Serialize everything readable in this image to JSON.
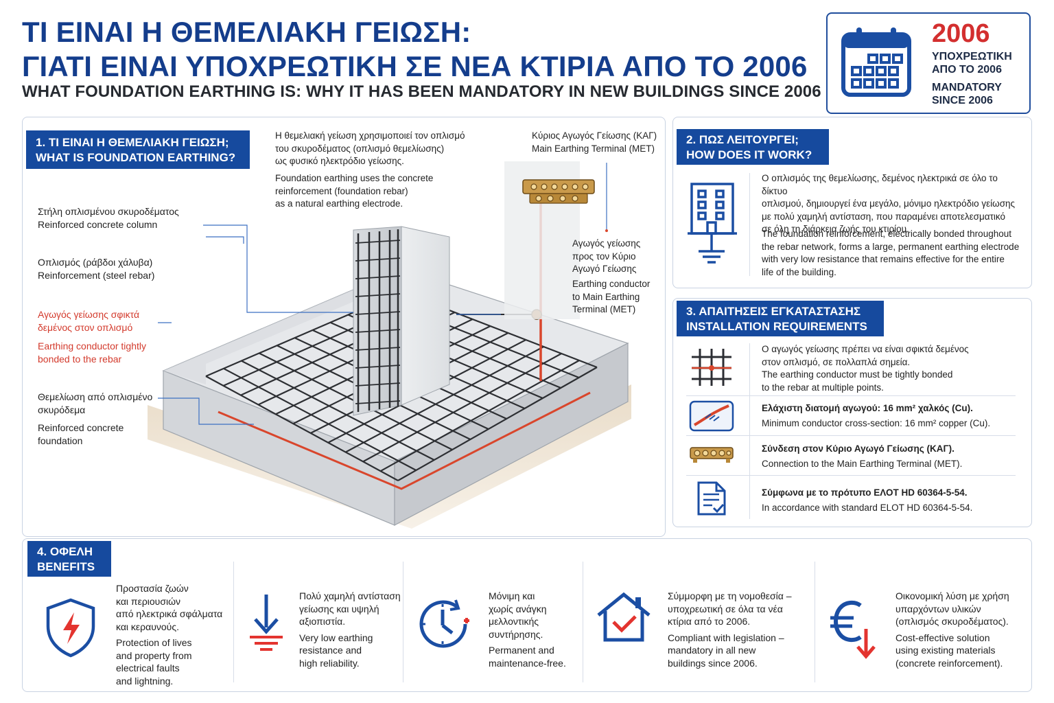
{
  "header": {
    "title_gr_line1": "ΤΙ ΕΙΝΑΙ Η ΘΕΜΕΛΙΑΚΗ ΓΕΙΩΣΗ:",
    "title_gr_line2": "ΓΙΑΤΙ ΕΙΝΑΙ ΥΠΟΧΡΕΩΤΙΚΗ ΣΕ ΝΕΑ ΚΤΙΡΙΑ ΑΠΟ ΤΟ 2006",
    "title_en": "WHAT FOUNDATION EARTHING IS: WHY IT HAS BEEN MANDATORY IN NEW BUILDINGS SINCE 2006"
  },
  "badge": {
    "year": "2006",
    "gr_line1": "ΥΠΟΧΡΕΩΤΙΚΗ",
    "gr_line2": "ΑΠΟ ΤΟ 2006",
    "en_line1": "MANDATORY",
    "en_line2": "SINCE 2006",
    "icon": "calendar-icon"
  },
  "section1": {
    "header_line1": "1. ΤΙ ΕΙΝΑΙ Η ΘΕΜΕΛΙΑΚΗ ΓΕΙΩΣΗ;",
    "header_line2": "WHAT IS FOUNDATION EARTHING?",
    "intro_gr": [
      "Η θεμελιακή γείωση χρησιμοποιεί τον οπλισμό",
      "του σκυροδέματος (οπλισμό θεμελίωσης)",
      "ως φυσικό ηλεκτρόδιο γείωσης."
    ],
    "intro_en": [
      "Foundation earthing uses the concrete",
      "reinforcement (foundation rebar)",
      "as a natural earthing electrode."
    ],
    "met_gr": "Κύριος Αγωγός Γείωσης (ΚΑΓ)",
    "met_en": "Main Earthing Terminal (MET)",
    "labels": {
      "column_gr": "Στήλη οπλισμένου σκυροδέματος",
      "column_en": "Reinforced concrete column",
      "rebar_gr": "Οπλισμός (ράβδοι χάλυβα)",
      "rebar_en": "Reinforcement (steel rebar)",
      "conductor_gr": [
        "Αγωγός γείωσης σφικτά",
        "δεμένος στον οπλισμό"
      ],
      "conductor_en": [
        "Earthing conductor tightly",
        "bonded to the rebar"
      ],
      "foundation_gr": [
        "Θεμελίωση από οπλισμένο",
        "σκυρόδεμα"
      ],
      "foundation_en": [
        "Reinforced concrete",
        "foundation"
      ],
      "earth_cond_gr": [
        "Αγωγός γείωσης",
        "προς τον Κύριο",
        "Αγωγό Γείωσης"
      ],
      "earth_cond_en": [
        "Earthing conductor",
        "to Main Earthing",
        "Terminal (MET)"
      ]
    }
  },
  "section2": {
    "header_line1": "2. ΠΩΣ ΛΕΙΤΟΥΡΓΕΙ;",
    "header_line2": "HOW DOES IT WORK?",
    "text_gr": [
      "Ο οπλισμός της θεμελίωσης, δεμένος ηλεκτρικά σε όλο το δίκτυο",
      "οπλισμού, δημιουργεί ένα μεγάλο, μόνιμο ηλεκτρόδιο γείωσης",
      "με πολύ χαμηλή αντίσταση, που παραμένει αποτελεσματικό",
      "σε όλη τη διάρκεια ζωής του κτιρίου."
    ],
    "text_en": [
      "The foundation reinforcement, electrically bonded throughout",
      "the rebar network, forms a large, permanent earthing electrode",
      "with very low resistance that remains effective for the entire",
      "life of the building."
    ],
    "icon": "building-ground-icon"
  },
  "section3": {
    "header_line1": "3. ΑΠΑΙΤΗΣΕΙΣ ΕΓΚΑΤΑΣΤΑΣΗΣ",
    "header_line2": "INSTALLATION REQUIREMENTS",
    "items": [
      {
        "icon": "rebar-grid-icon",
        "gr": [
          "Ο αγωγός γείωσης πρέπει να είναι σφικτά δεμένος",
          "στον οπλισμό, σε πολλαπλά σημεία."
        ],
        "en": [
          "The earthing conductor must be tightly bonded",
          "to the rebar at multiple points."
        ]
      },
      {
        "icon": "conductor-icon",
        "gr": [
          "Ελάχιστη διατομή αγωγού: 16 mm² χαλκός (Cu)."
        ],
        "en": [
          "Minimum conductor cross-section: 16 mm² copper (Cu)."
        ]
      },
      {
        "icon": "terminal-bar-icon",
        "gr": [
          "Σύνδεση στον Κύριο Αγωγό Γείωσης (ΚΑΓ)."
        ],
        "en": [
          "Connection to the Main Earthing Terminal (MET)."
        ]
      },
      {
        "icon": "document-check-icon",
        "gr": [
          "Σύμφωνα με το πρότυπο ΕΛΟΤ HD 60364-5-54."
        ],
        "en": [
          "In accordance with standard ELOT HD 60364-5-54."
        ]
      }
    ]
  },
  "section4": {
    "header_line1": "4. ΟΦΕΛΗ",
    "header_line2": "BENEFITS",
    "items": [
      {
        "icon": "shield-lightning-icon",
        "gr": [
          "Προστασία ζωών",
          "και περιουσιών",
          "από ηλεκτρικά σφάλματα",
          "και κεραυνούς."
        ],
        "en": [
          "Protection of lives",
          "and property from",
          "electrical faults",
          "and lightning."
        ]
      },
      {
        "icon": "ground-arrow-icon",
        "gr": [
          "Πολύ χαμηλή αντίσταση",
          "γείωσης και υψηλή",
          "αξιοπιστία."
        ],
        "en": [
          "Very low earthing",
          "resistance and",
          "high reliability."
        ]
      },
      {
        "icon": "clock-icon",
        "gr": [
          "Μόνιμη και",
          "χωρίς ανάγκη",
          "μελλοντικής",
          "συντήρησης."
        ],
        "en": [
          "Permanent and",
          "maintenance-free."
        ]
      },
      {
        "icon": "house-check-icon",
        "gr": [
          "Σύμμορφη με τη νομοθεσία –",
          "υποχρεωτική σε όλα τα νέα",
          "κτίρια από το 2006."
        ],
        "en": [
          "Compliant with legislation –",
          "mandatory in all new",
          "buildings since 2006."
        ]
      },
      {
        "icon": "euro-down-icon",
        "gr": [
          "Οικονομική λύση με χρήση",
          "υπαρχόντων υλικών",
          "(οπλισμός σκυροδέματος)."
        ],
        "en": [
          "Cost-effective solution",
          "using existing materials",
          "(concrete reinforcement)."
        ]
      }
    ]
  },
  "colors": {
    "brand_blue": "#164a9e",
    "accent_red": "#d32f2f",
    "copper": "#d9462c",
    "concrete": "#e4e6e9"
  }
}
